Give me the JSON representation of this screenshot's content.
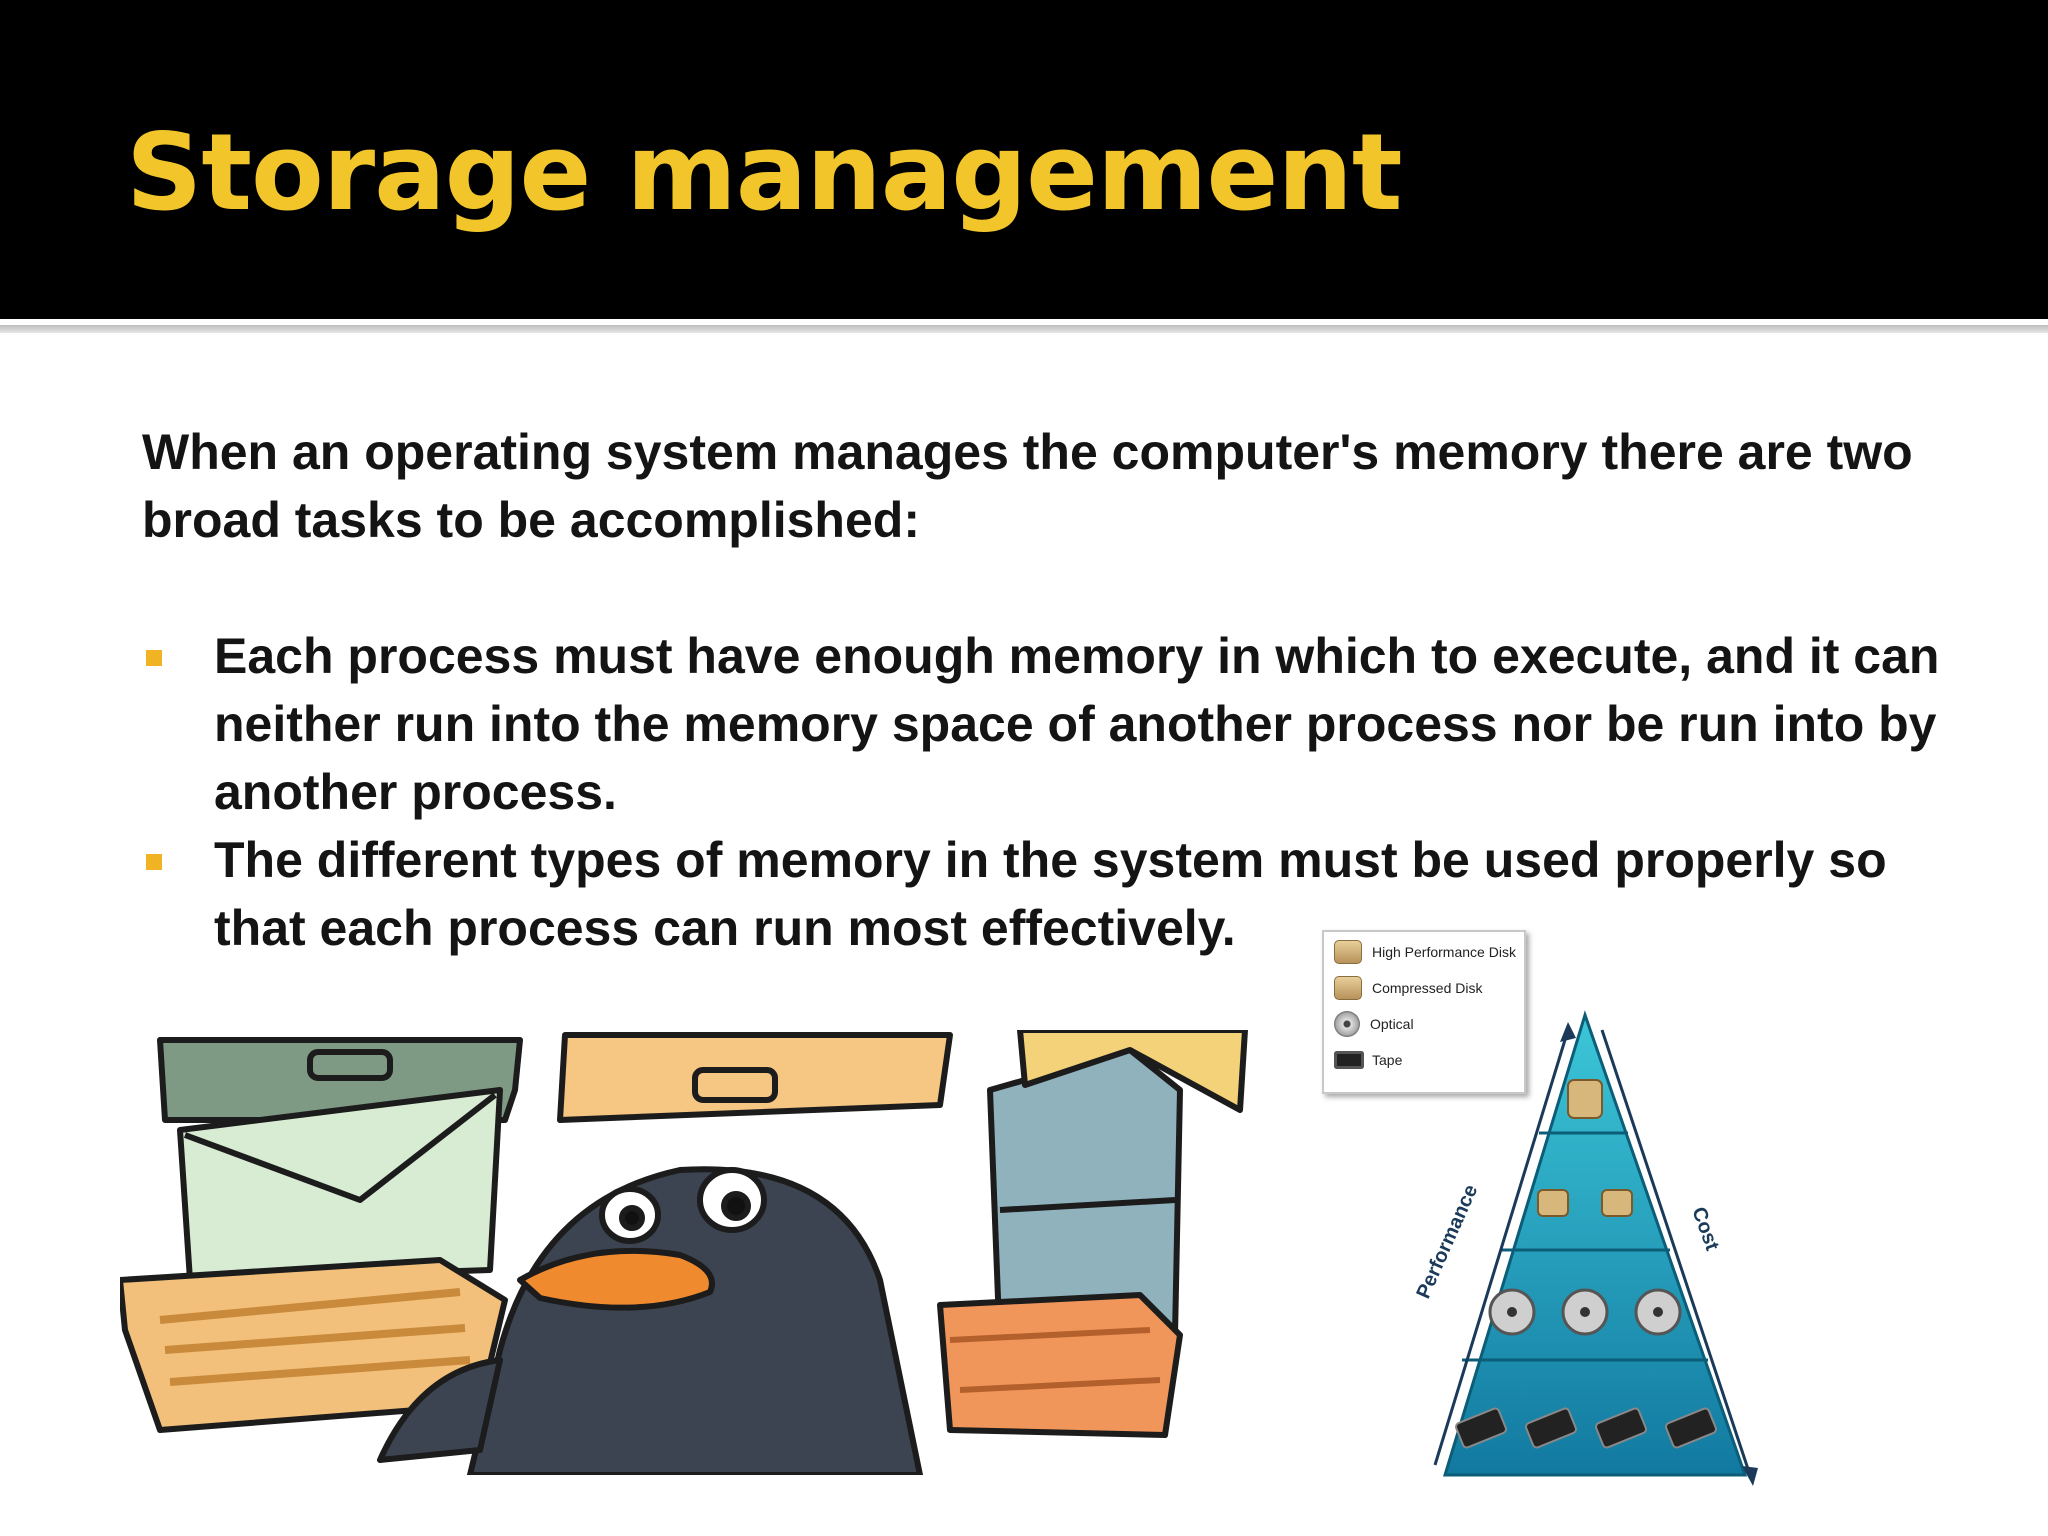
{
  "slide": {
    "title": "Storage management",
    "intro": "When an operating system manages the computer's memory there are two broad tasks to be accomplished:",
    "bullets": [
      "Each process must have enough memory in which to execute, and it can neither run into the memory space of another process nor be run into by another process.",
      "The different types of memory in the system must be used properly so that each process can run most effectively."
    ]
  },
  "diagram": {
    "legend": [
      "High Performance Disk",
      "Compressed Disk",
      "Optical",
      "Tape"
    ],
    "left_axis_label": "Performance",
    "right_axis_label": "Cost"
  },
  "colors": {
    "header_bg": "#000000",
    "title": "#f2c62a",
    "bullet_mark": "#f0b323",
    "pyramid_teal": "#1a9ab4"
  }
}
